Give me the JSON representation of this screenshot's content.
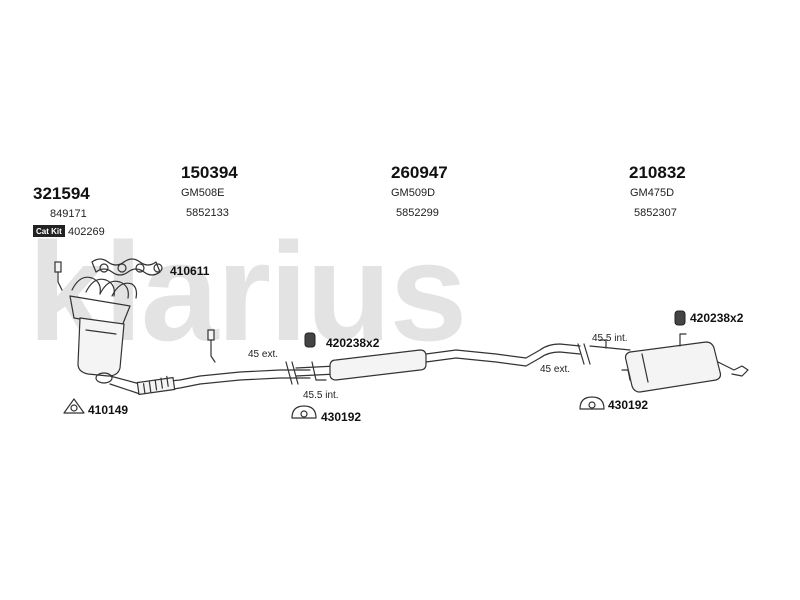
{
  "watermark": {
    "text": "klarius"
  },
  "parts": {
    "catalyst": {
      "code": "321594",
      "ref": "849171",
      "catkit_label": "Cat Kit",
      "catkit_code": "402269"
    },
    "front_pipe": {
      "code": "150394",
      "oe": "GM508E",
      "ref": "5852133"
    },
    "middle_silencer": {
      "code": "260947",
      "oe": "GM509D",
      "ref": "5852299"
    },
    "rear_silencer": {
      "code": "210832",
      "oe": "GM475D",
      "ref": "5852307"
    }
  },
  "fittings": {
    "gasket_set": {
      "code": "410611"
    },
    "flange_gasket": {
      "code": "410149"
    },
    "clamp_front": {
      "code": "420238x2"
    },
    "clamp_rear": {
      "code": "420238x2"
    },
    "hanger_front": {
      "code": "430192"
    },
    "hanger_rear": {
      "code": "430192"
    }
  },
  "notes": {
    "front_ext": "45 ext.",
    "front_int": "45.5 int.",
    "rear_int": "45.5 int.",
    "rear_ext": "45 ext."
  },
  "colors": {
    "watermark": "#e3e3e3",
    "line": "#333333",
    "text": "#111111",
    "catkit_bg": "#222222"
  }
}
